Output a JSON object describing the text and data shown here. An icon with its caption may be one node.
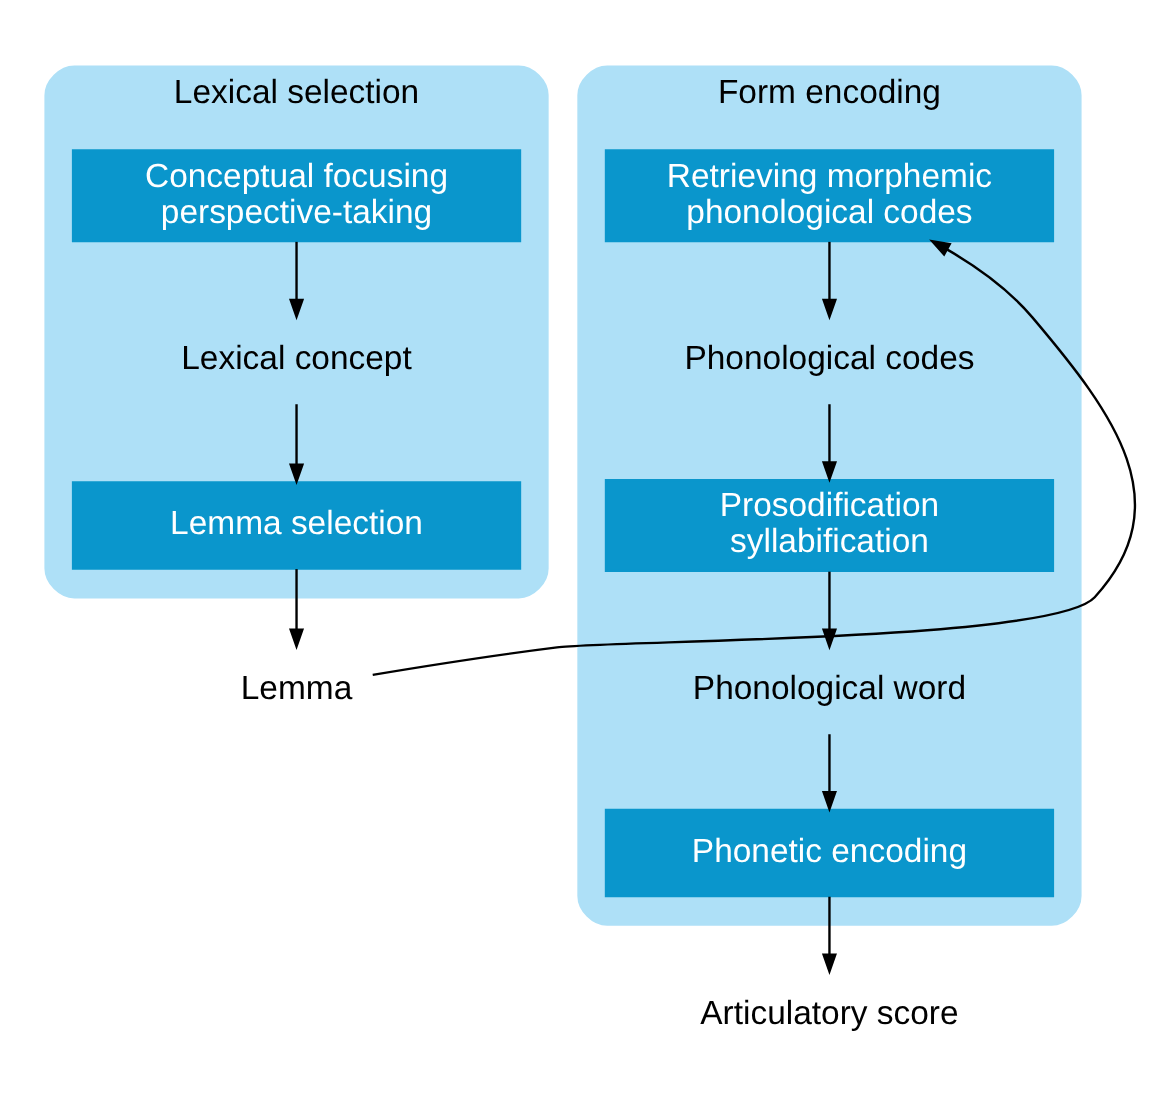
{
  "diagram": {
    "nodes": [
      {
        "text": [
          "Lexical selection"
        ]
      },
      {
        "text": [
          "Conceptual focusing perspective-taking"
        ],
        "in": 0
      },
      {
        "text": [
          "Lexical concept"
        ],
        "in": 0
      },
      {
        "text": [
          "Lemma selection"
        ],
        "in": 0
      },
      {
        "text": [
          "Lemma"
        ]
      },
      {
        "text": [
          "Form encoding"
        ]
      },
      {
        "text": [
          "Retrieving morphemic phonological codes"
        ],
        "in": 5
      },
      {
        "text": [
          "Phonological codes"
        ],
        "in": 5
      },
      {
        "text": [
          "Prosodification syllabification"
        ],
        "in": 5
      },
      {
        "text": [
          "Phonological word"
        ],
        "in": 5
      },
      {
        "text": [
          "Phonetic encoding"
        ],
        "in": 5
      },
      {
        "text": [
          "Articulatory score"
        ]
      }
    ],
    "edges": [
      {
        "from": 1,
        "to": 2,
        "arrow": "to"
      },
      {
        "from": 2,
        "to": 3,
        "arrow": "to"
      },
      {
        "from": 3,
        "to": 4,
        "arrow": "to"
      },
      {
        "from": 4,
        "to": 6,
        "arrow": "to"
      },
      {
        "from": 6,
        "to": 7,
        "arrow": "to"
      },
      {
        "from": 7,
        "to": 8,
        "arrow": "to"
      },
      {
        "from": 8,
        "to": 9,
        "arrow": "to"
      },
      {
        "from": 9,
        "to": 10,
        "arrow": "to"
      },
      {
        "from": 10,
        "to": 11,
        "arrow": "to"
      }
    ]
  }
}
